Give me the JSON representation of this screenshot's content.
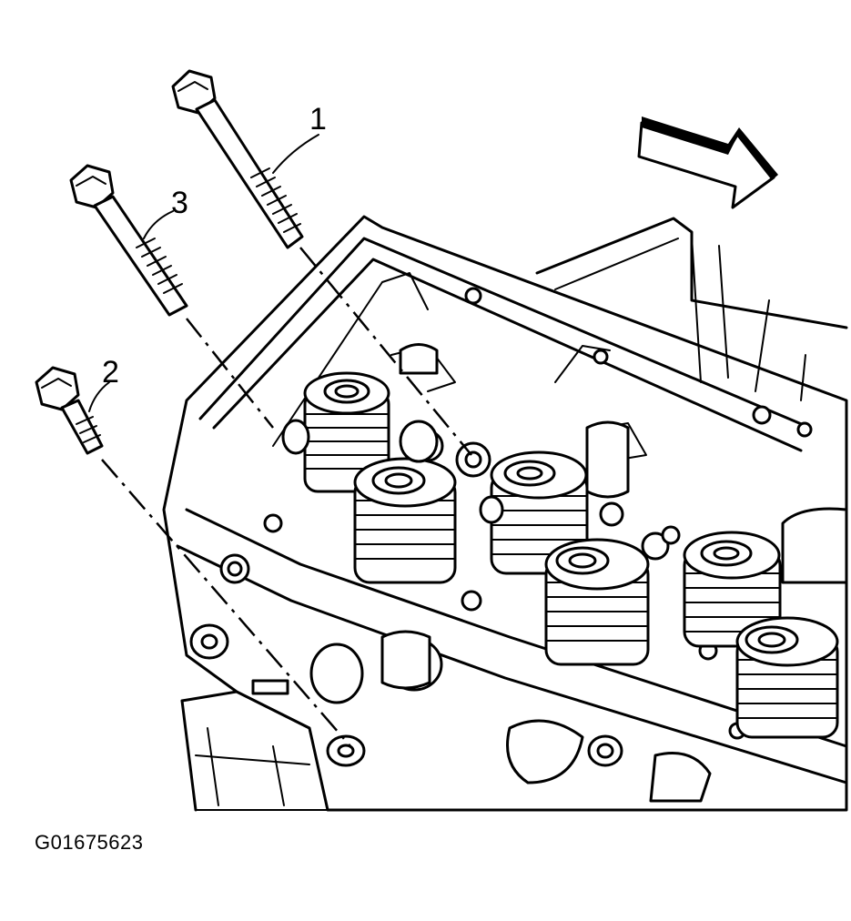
{
  "figure_code": "G01675623",
  "callouts": {
    "bolt_1": "1",
    "bolt_2": "2",
    "bolt_3": "3"
  },
  "colors": {
    "ink": "#000000",
    "paper": "#ffffff"
  },
  "icons": {
    "direction_arrow": "arrow-right-down-icon"
  }
}
